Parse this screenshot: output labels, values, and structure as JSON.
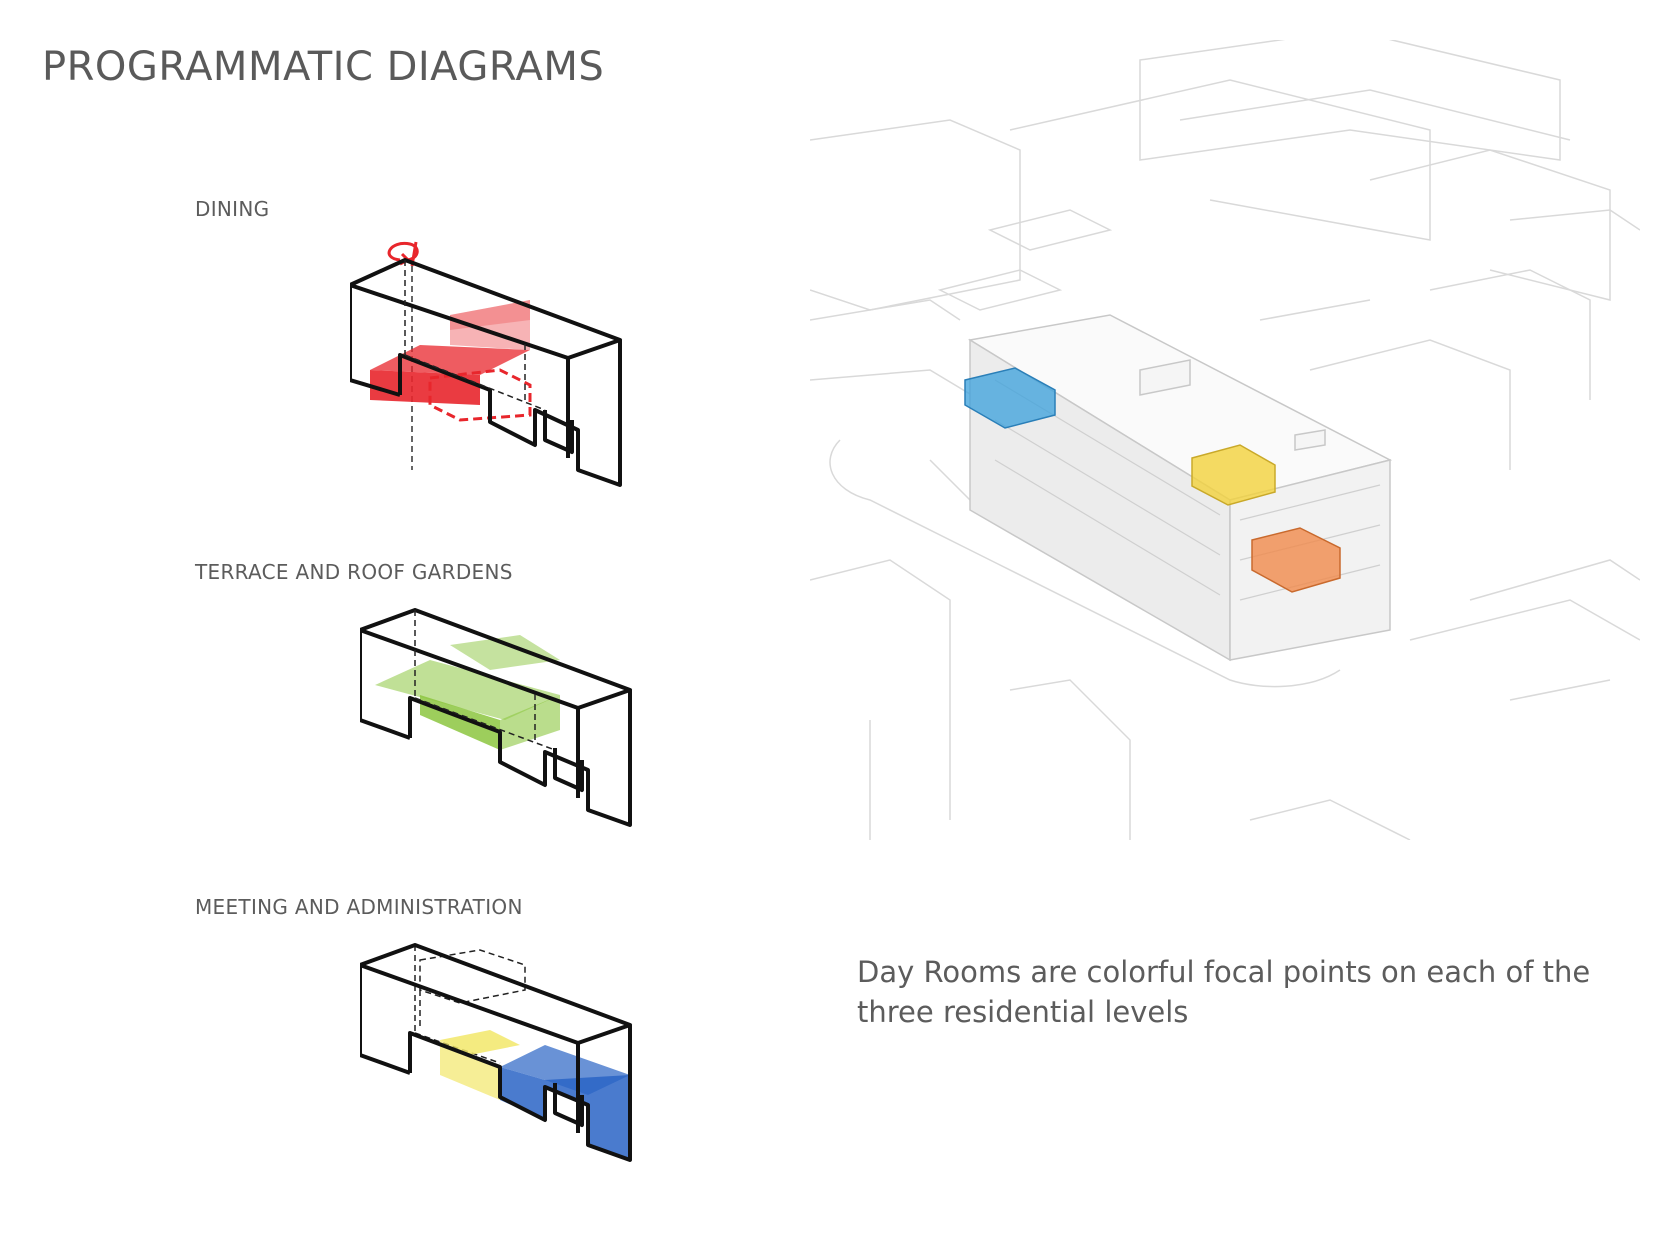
{
  "title": "PROGRAMMATIC DIAGRAMS",
  "diagrams": [
    {
      "label": "DINING",
      "accent": "#e8262c"
    },
    {
      "label": "TERRACE AND ROOF GARDENS",
      "accent": "#8cc63f"
    },
    {
      "label": "MEETING AND ADMINISTRATION",
      "accent": "#2a64c5",
      "accent2": "#f2e76a"
    }
  ],
  "day_rooms": {
    "colors": [
      "#3aa0dc",
      "#f2d23c",
      "#f08a4b"
    ]
  },
  "caption": "Day Rooms are colorful focal points on each of the three residential levels"
}
